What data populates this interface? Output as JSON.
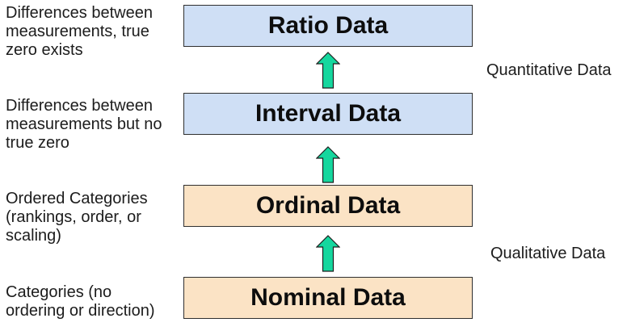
{
  "colors": {
    "quantitative_fill": "#CFDFF5",
    "qualitative_fill": "#FBE3C5",
    "box_border": "#2f2f2f",
    "arrow_fill": "#15D79E",
    "arrow_outline": "#1f1f1f",
    "text": "#1c1c1c"
  },
  "levels": [
    {
      "label": "Ratio Data",
      "description": "Differences between\nmeasurements, true\nzero exists",
      "fill": "#CFDFF5"
    },
    {
      "label": "Interval Data",
      "description": "Differences between\nmeasurements but no\ntrue zero",
      "fill": "#CFDFF5"
    },
    {
      "label": "Ordinal Data",
      "description": "Ordered Categories\n(rankings, order, or\nscaling)",
      "fill": "#FBE3C5"
    },
    {
      "label": "Nominal Data",
      "description": "Categories (no\nordering or direction)",
      "fill": "#FBE3C5"
    }
  ],
  "side_labels": [
    {
      "label": "Quantitative Data"
    },
    {
      "label": "Qualitative Data"
    }
  ],
  "arrows": {
    "direction": "up",
    "count": 3
  }
}
